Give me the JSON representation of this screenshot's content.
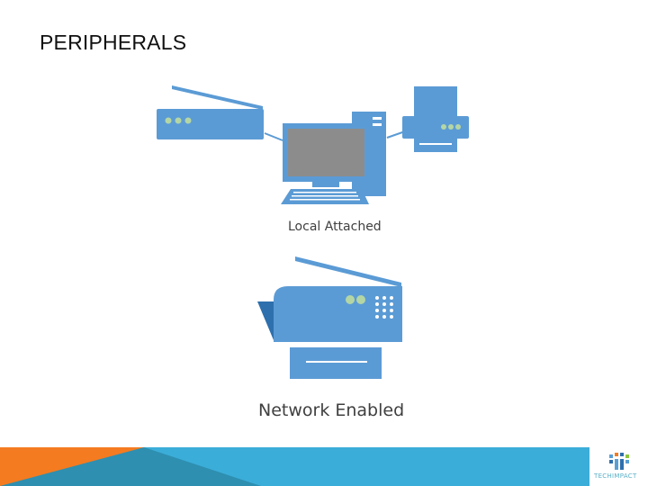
{
  "slide": {
    "title": "PERIPHERALS"
  },
  "diagram": {
    "local_caption": "Local Attached",
    "network_caption": "Network Enabled"
  },
  "logo": {
    "text": "TECHIMPACT"
  },
  "colors": {
    "device_blue": "#5b9bd5",
    "device_dark": "#2e6fad",
    "screen_gray": "#8c8c8c",
    "led_green": "#b4d6a4",
    "footer_blue": "#3badd9",
    "footer_orange": "#f47b20",
    "footer_teal": "#2e8fb0"
  }
}
